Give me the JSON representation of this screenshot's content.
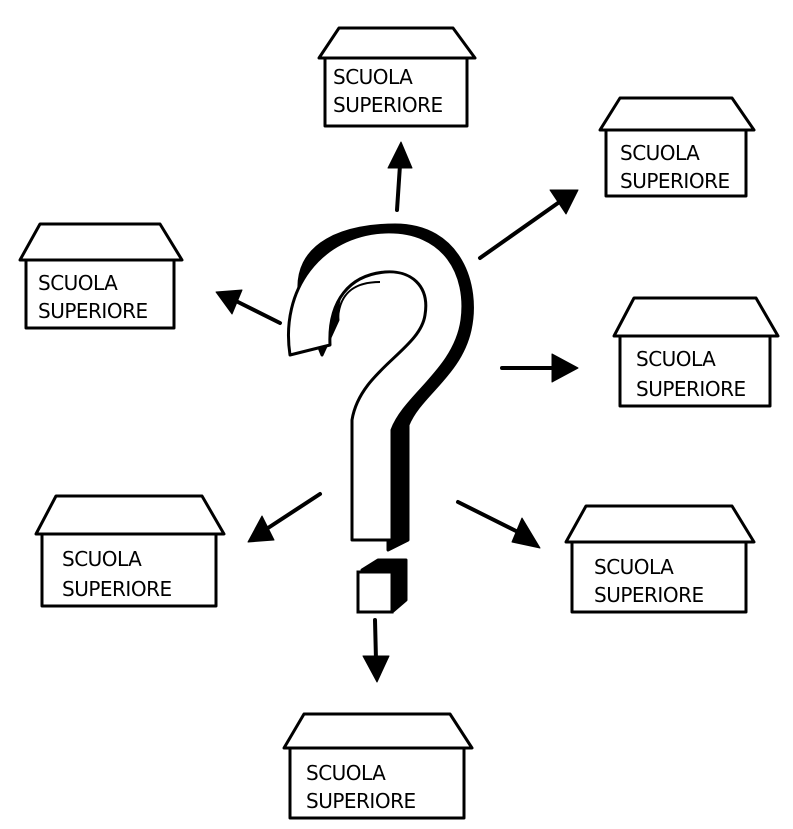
{
  "colors": {
    "ink": "#000000",
    "paper": "#ffffff"
  },
  "center": {
    "icon": "question-mark-icon"
  },
  "schools": [
    {
      "line1": "SCUOLA",
      "line2": "SUPERIORE",
      "icon": "school-building-icon"
    },
    {
      "line1": "SCUOLA",
      "line2": "SUPERIORE",
      "icon": "school-building-icon"
    },
    {
      "line1": "SCUOLA",
      "line2": "SUPERIORE",
      "icon": "school-building-icon"
    },
    {
      "line1": "SCUOLA",
      "line2": "SUPERIORE",
      "icon": "school-building-icon"
    },
    {
      "line1": "SCUOLA",
      "line2": "SUPERIORE",
      "icon": "school-building-icon"
    },
    {
      "line1": "SCUOLA",
      "line2": "SUPERIORE",
      "icon": "school-building-icon"
    },
    {
      "line1": "SCUOLA",
      "line2": "SUPERIORE",
      "icon": "school-building-icon"
    }
  ]
}
